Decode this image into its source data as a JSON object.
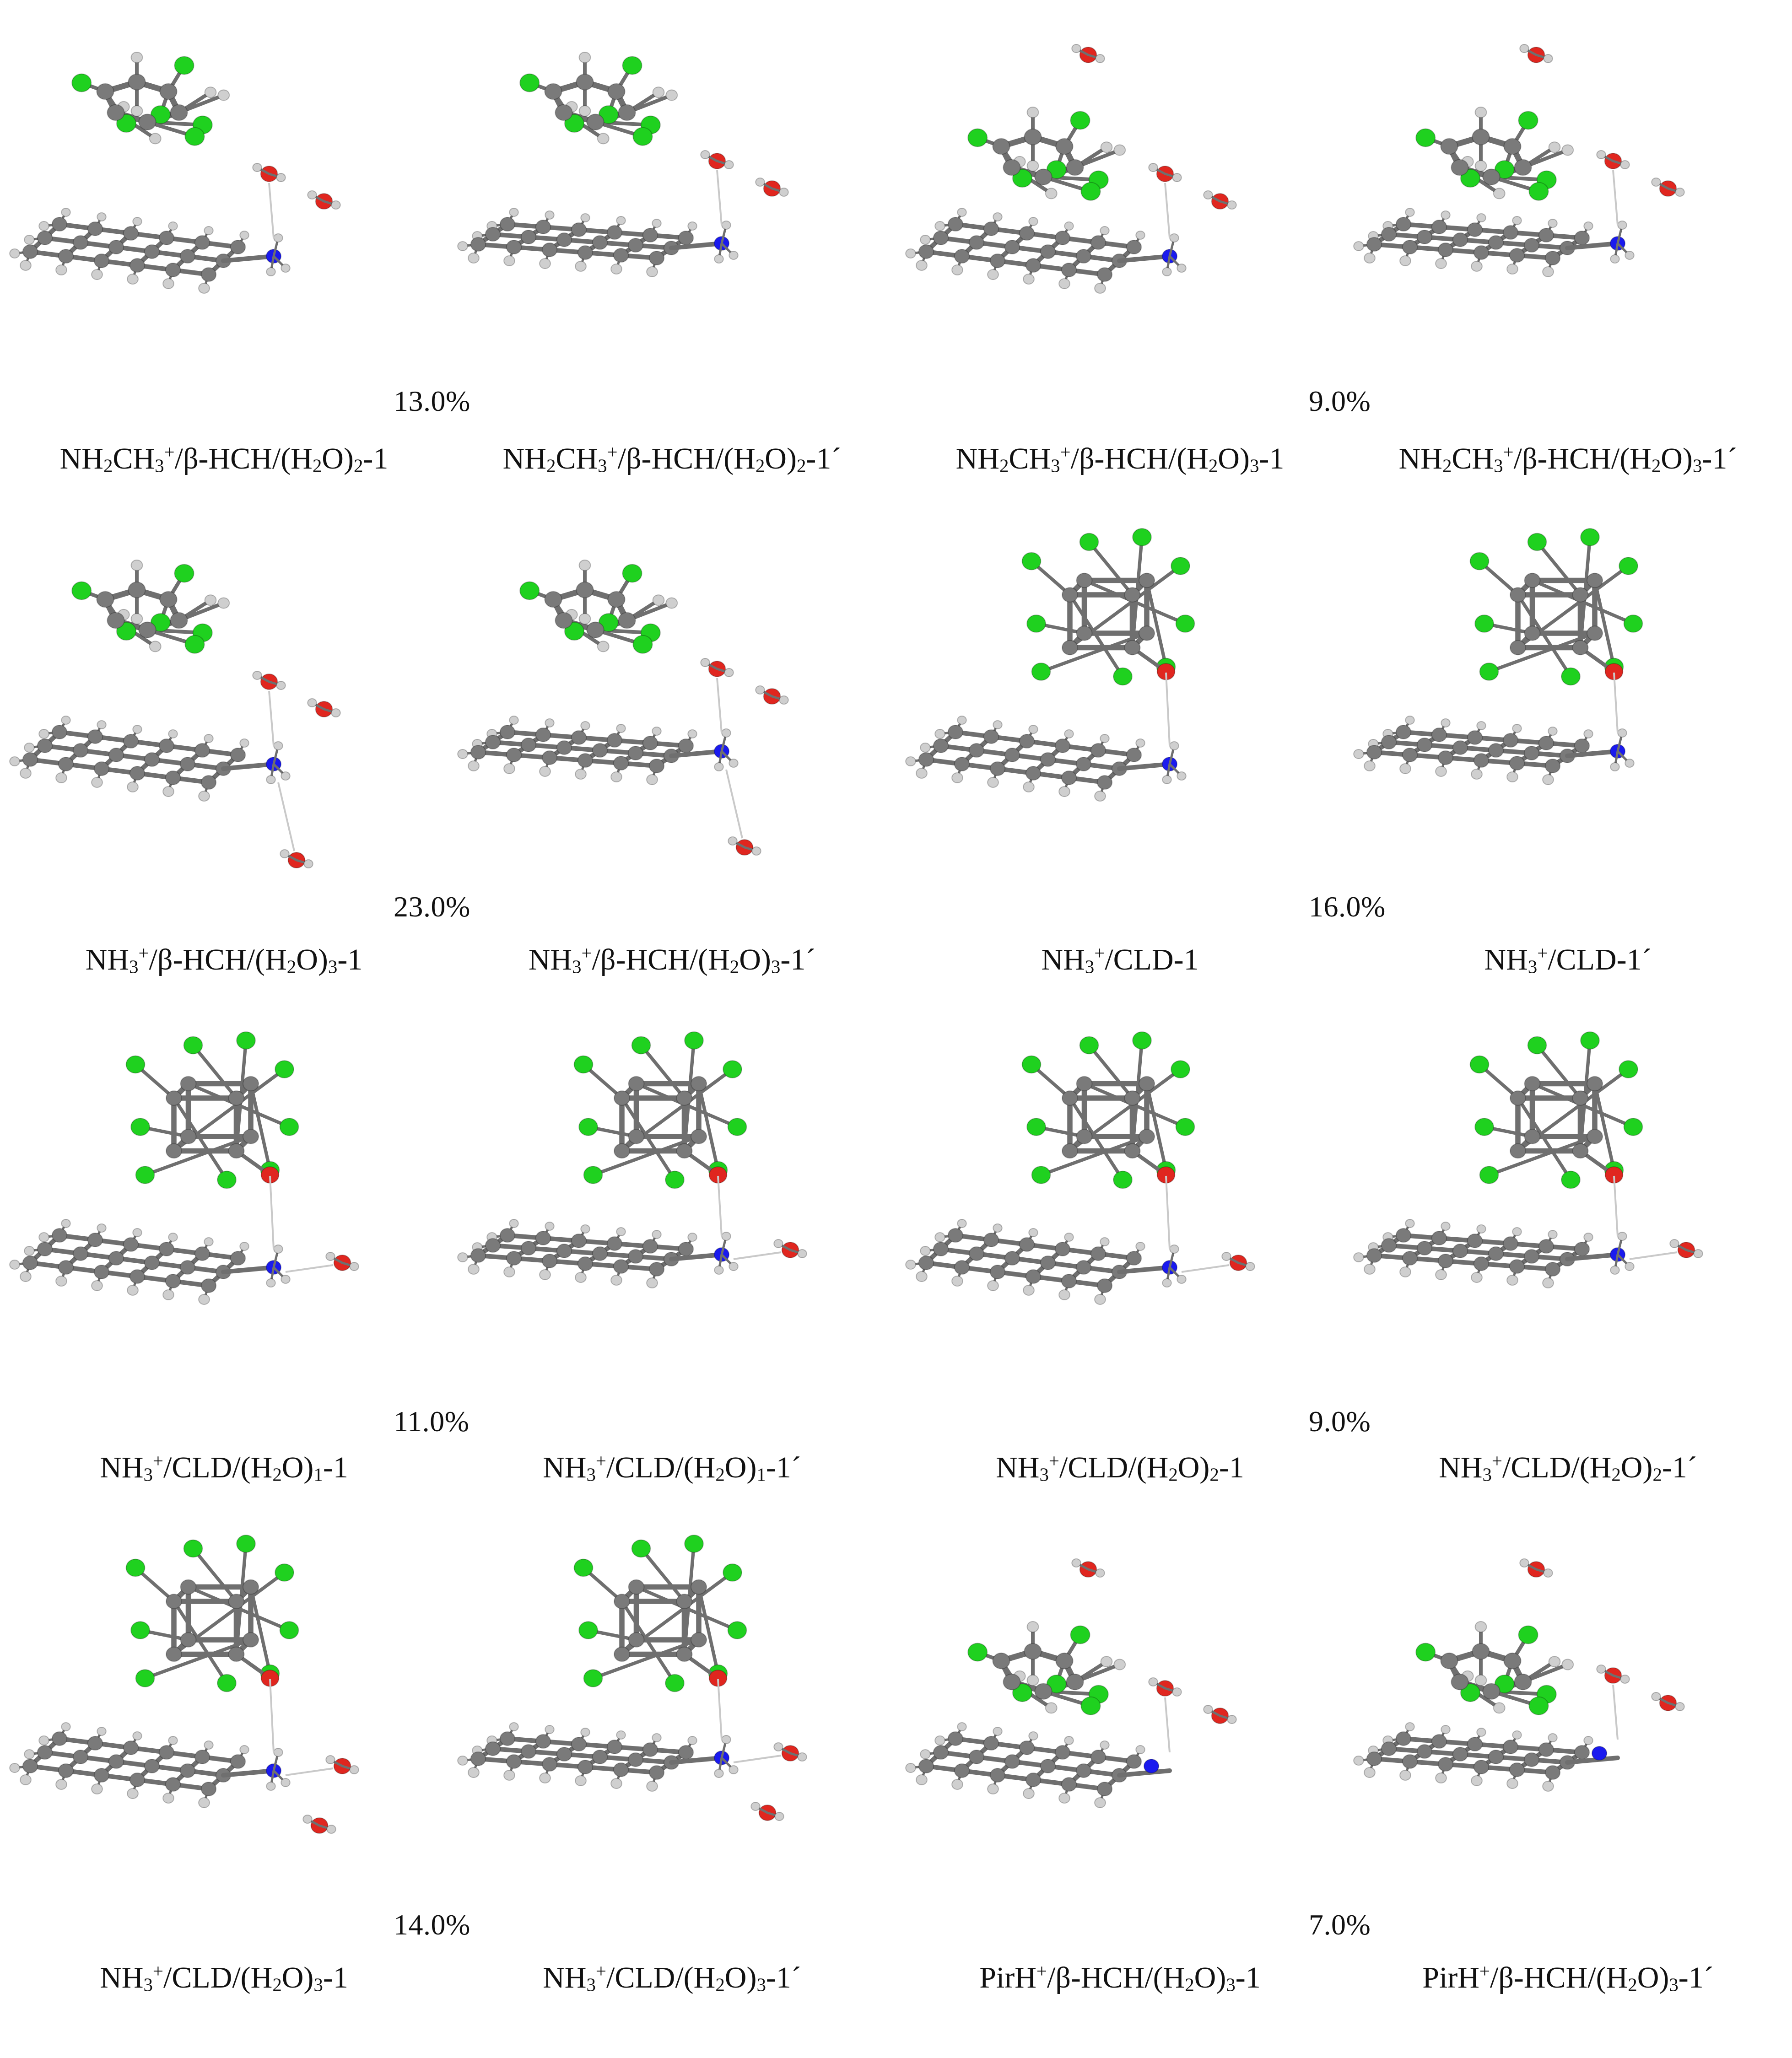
{
  "colors": {
    "carbon": "#7a7a7a",
    "hydrogen": "#cfcfcf",
    "chlorine": "#1fd11f",
    "oxygen": "#e0261f",
    "nitrogen": "#1a1aee",
    "bond": "#6f6f6f",
    "hbond": "#c9c9c9"
  },
  "percentages": [
    "13.0%",
    "9.0%",
    "23.0%",
    "16.0%",
    "11.0%",
    "9.0%",
    "14.0%",
    "7.0%"
  ],
  "panels": [
    {
      "pre": "NH",
      "a": "2",
      "mid": "CH",
      "b": "3",
      "charge": "+",
      "post": "/β-HCH/(H",
      "c": "2",
      "end": "O)",
      "d": "2",
      "tail": "-1"
    },
    {
      "pre": "NH",
      "a": "2",
      "mid": "CH",
      "b": "3",
      "charge": "+",
      "post": "/β-HCH/(H",
      "c": "2",
      "end": "O)",
      "d": "2",
      "tail": "-1´"
    },
    {
      "pre": "NH",
      "a": "2",
      "mid": "CH",
      "b": "3",
      "charge": "+",
      "post": "/β-HCH/(H",
      "c": "2",
      "end": "O)",
      "d": "3",
      "tail": "-1"
    },
    {
      "pre": "NH",
      "a": "2",
      "mid": "CH",
      "b": "3",
      "charge": "+",
      "post": "/β-HCH/(H",
      "c": "2",
      "end": "O)",
      "d": "3",
      "tail": "-1´"
    },
    {
      "pre": "NH",
      "a": "",
      "mid": "",
      "b": "3",
      "charge": "+",
      "post": "/β-HCH/(H",
      "c": "2",
      "end": "O)",
      "d": "3",
      "tail": "-1"
    },
    {
      "pre": "NH",
      "a": "",
      "mid": "",
      "b": "3",
      "charge": "+",
      "post": "/β-HCH/(H",
      "c": "2",
      "end": "O)",
      "d": "3",
      "tail": "-1´"
    },
    {
      "pre": "NH",
      "a": "",
      "mid": "",
      "b": "3",
      "charge": "+",
      "post": "/CLD-1",
      "c": "",
      "end": "",
      "d": "",
      "tail": ""
    },
    {
      "pre": "NH",
      "a": "",
      "mid": "",
      "b": "3",
      "charge": "+",
      "post": "/CLD-1´",
      "c": "",
      "end": "",
      "d": "",
      "tail": ""
    },
    {
      "pre": "NH",
      "a": "",
      "mid": "",
      "b": "3",
      "charge": "+",
      "post": "/CLD/(H",
      "c": "2",
      "end": "O)",
      "d": "1",
      "tail": "-1"
    },
    {
      "pre": "NH",
      "a": "",
      "mid": "",
      "b": "3",
      "charge": "+",
      "post": "/CLD/(H",
      "c": "2",
      "end": "O)",
      "d": "1",
      "tail": "-1´"
    },
    {
      "pre": "NH",
      "a": "",
      "mid": "",
      "b": "3",
      "charge": "+",
      "post": "/CLD/(H",
      "c": "2",
      "end": "O)",
      "d": "2",
      "tail": "-1"
    },
    {
      "pre": "NH",
      "a": "",
      "mid": "",
      "b": "3",
      "charge": "+",
      "post": "/CLD/(H",
      "c": "2",
      "end": "O)",
      "d": "2",
      "tail": "-1´"
    },
    {
      "pre": "NH",
      "a": "",
      "mid": "",
      "b": "3",
      "charge": "+",
      "post": "/CLD/(H",
      "c": "2",
      "end": "O)",
      "d": "3",
      "tail": "-1"
    },
    {
      "pre": "NH",
      "a": "",
      "mid": "",
      "b": "3",
      "charge": "+",
      "post": "/CLD/(H",
      "c": "2",
      "end": "O)",
      "d": "3",
      "tail": "-1´"
    },
    {
      "pre": "PirH",
      "a": "",
      "mid": "",
      "b": "",
      "charge": "+",
      "post": "/β-HCH/(H",
      "c": "2",
      "end": "O)",
      "d": "3",
      "tail": "-1"
    },
    {
      "pre": "PirH",
      "a": "",
      "mid": "",
      "b": "",
      "charge": "+",
      "post": "/β-HCH/(H",
      "c": "2",
      "end": "O)",
      "d": "3",
      "tail": "-1´"
    }
  ]
}
